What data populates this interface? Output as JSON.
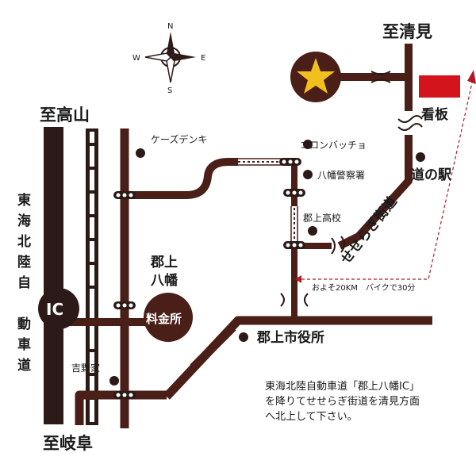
{
  "compass": {
    "n": "N",
    "s": "S",
    "e": "E",
    "w": "W"
  },
  "labels": {
    "to_kiyomi": "至清見",
    "to_takayama": "至高山",
    "to_gifu": "至岐阜",
    "expressway": "東海北陸自動車道",
    "ic": "IC",
    "gujo_hachiman": [
      "郡上",
      "八幡"
    ],
    "tollgate": "料金所",
    "kanban": "看板",
    "michi_no_eki": "道の駅",
    "seseragi": "せせらぎ街道",
    "kscenes": "ケーズデンキ",
    "coron": "コロンバッチョ",
    "police": "八幡警察署",
    "highschool": "郡上高校",
    "cityhall": "郡上市役所",
    "yoshinoya": "吉野家",
    "distance": "およそ20KM　バイクで30分"
  },
  "note_lines": [
    "東海北陸自動車道「郡上八幡IC」",
    "を降りてせせらぎ街道を清見方面",
    "へ北上して下さい。"
  ],
  "colors": {
    "road": "#4a1f17",
    "expressway": "#2b1a17",
    "sign": "#d4141c",
    "star": "#f2c01e",
    "route": "#b21b25"
  }
}
